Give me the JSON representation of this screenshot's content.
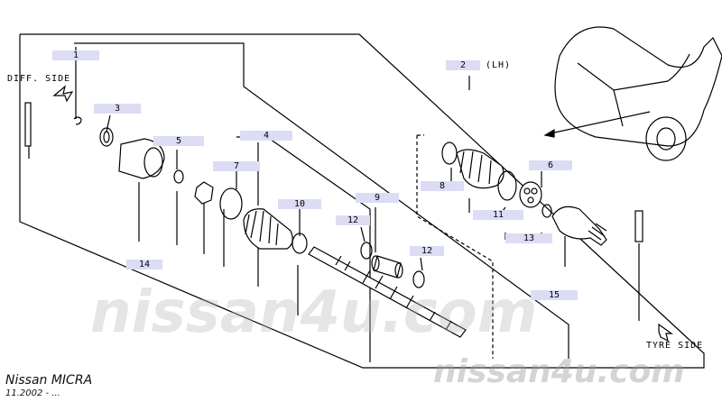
{
  "labels": {
    "p1": "1",
    "p2": "2",
    "p2_variant": "(LH)",
    "p3": "3",
    "p4": "4",
    "p5": "5",
    "p6": "6",
    "p7": "7",
    "p8": "8",
    "p9": "9",
    "p10": "10",
    "p11": "11",
    "p12a": "12",
    "p12b": "12",
    "p13": "13",
    "p14": "14",
    "p15": "15"
  },
  "sides": {
    "diff": "DIFF. SIDE",
    "tyre": "TYRE SIDE"
  },
  "watermarks": {
    "center": "nissan4u.com",
    "corner": "nissan4u.com"
  },
  "footer": {
    "model": "Nissan MICRA",
    "date": "11.2002 - ..."
  },
  "colors": {
    "label_bg": "#dcdcf5",
    "line": "#000000",
    "watermark": "#b4b4b9"
  }
}
